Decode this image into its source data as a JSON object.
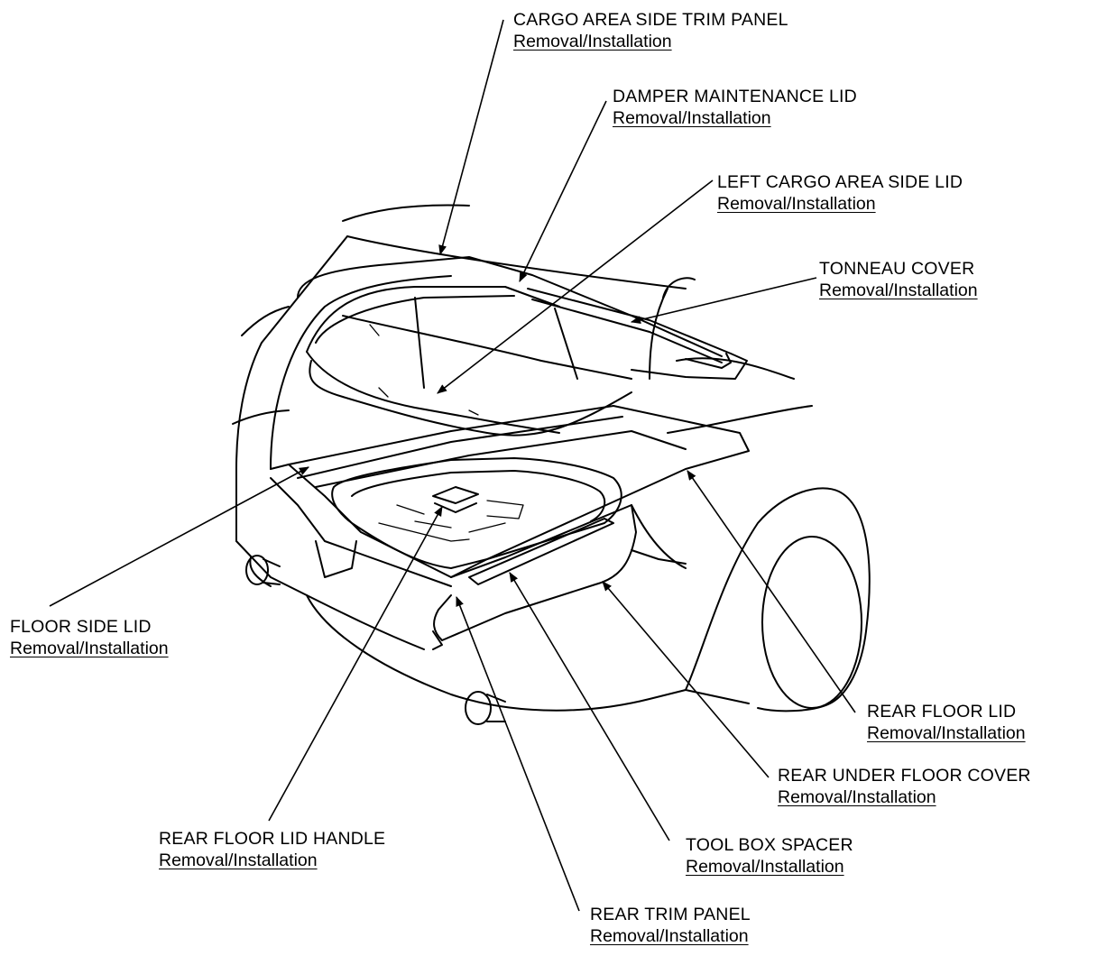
{
  "labels": {
    "cargo_area_side_trim_panel": {
      "name": "CARGO AREA SIDE TRIM PANEL",
      "link": "Removal/Installation"
    },
    "damper_maintenance_lid": {
      "name": "DAMPER MAINTENANCE LID",
      "link": "Removal/Installation"
    },
    "left_cargo_area_side_lid": {
      "name": "LEFT CARGO AREA SIDE LID",
      "link": "Removal/Installation"
    },
    "tonneau_cover": {
      "name": "TONNEAU COVER",
      "link": "Removal/Installation"
    },
    "floor_side_lid": {
      "name": "FLOOR SIDE LID",
      "link": "Removal/Installation"
    },
    "rear_floor_lid": {
      "name": "REAR FLOOR LID",
      "link": "Removal/Installation"
    },
    "rear_under_floor_cover": {
      "name": "REAR UNDER FLOOR COVER",
      "link": "Removal/Installation"
    },
    "rear_floor_lid_handle": {
      "name": "REAR FLOOR LID HANDLE",
      "link": "Removal/Installation"
    },
    "tool_box_spacer": {
      "name": "TOOL BOX SPACER",
      "link": "Removal/Installation"
    },
    "rear_trim_panel": {
      "name": "REAR TRIM PANEL",
      "link": "Removal/Installation"
    }
  }
}
